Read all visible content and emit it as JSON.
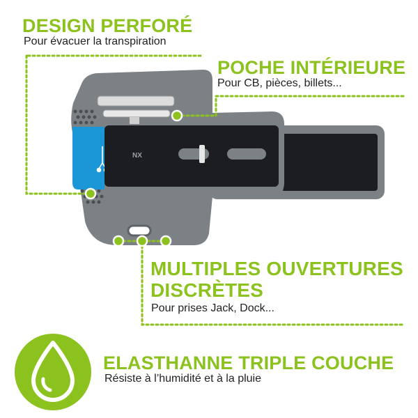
{
  "features": [
    {
      "title": "DESIGN PERFORÉ",
      "subtitle": "Pour évacuer la transpiration"
    },
    {
      "title": "POCHE INTÉRIEURE",
      "subtitle": "Pour CB, pièces, billets..."
    },
    {
      "title_line1": "MULTIPLES OUVERTURES",
      "title_line2": "DISCRÈTES",
      "subtitle": "Pour prises Jack, Dock..."
    },
    {
      "title": "ELASTHANNE TRIPLE COUCHE",
      "subtitle": "Résiste à l’humidité et à la pluie"
    }
  ],
  "colors": {
    "accent": "#8cc21e",
    "armband_body": "#7b8185",
    "strap": "#1c1d20",
    "blue_panel": "#1b97d8"
  },
  "icons": {
    "drop": "water-drop-icon",
    "headphone_jack": "headphone-icon"
  }
}
